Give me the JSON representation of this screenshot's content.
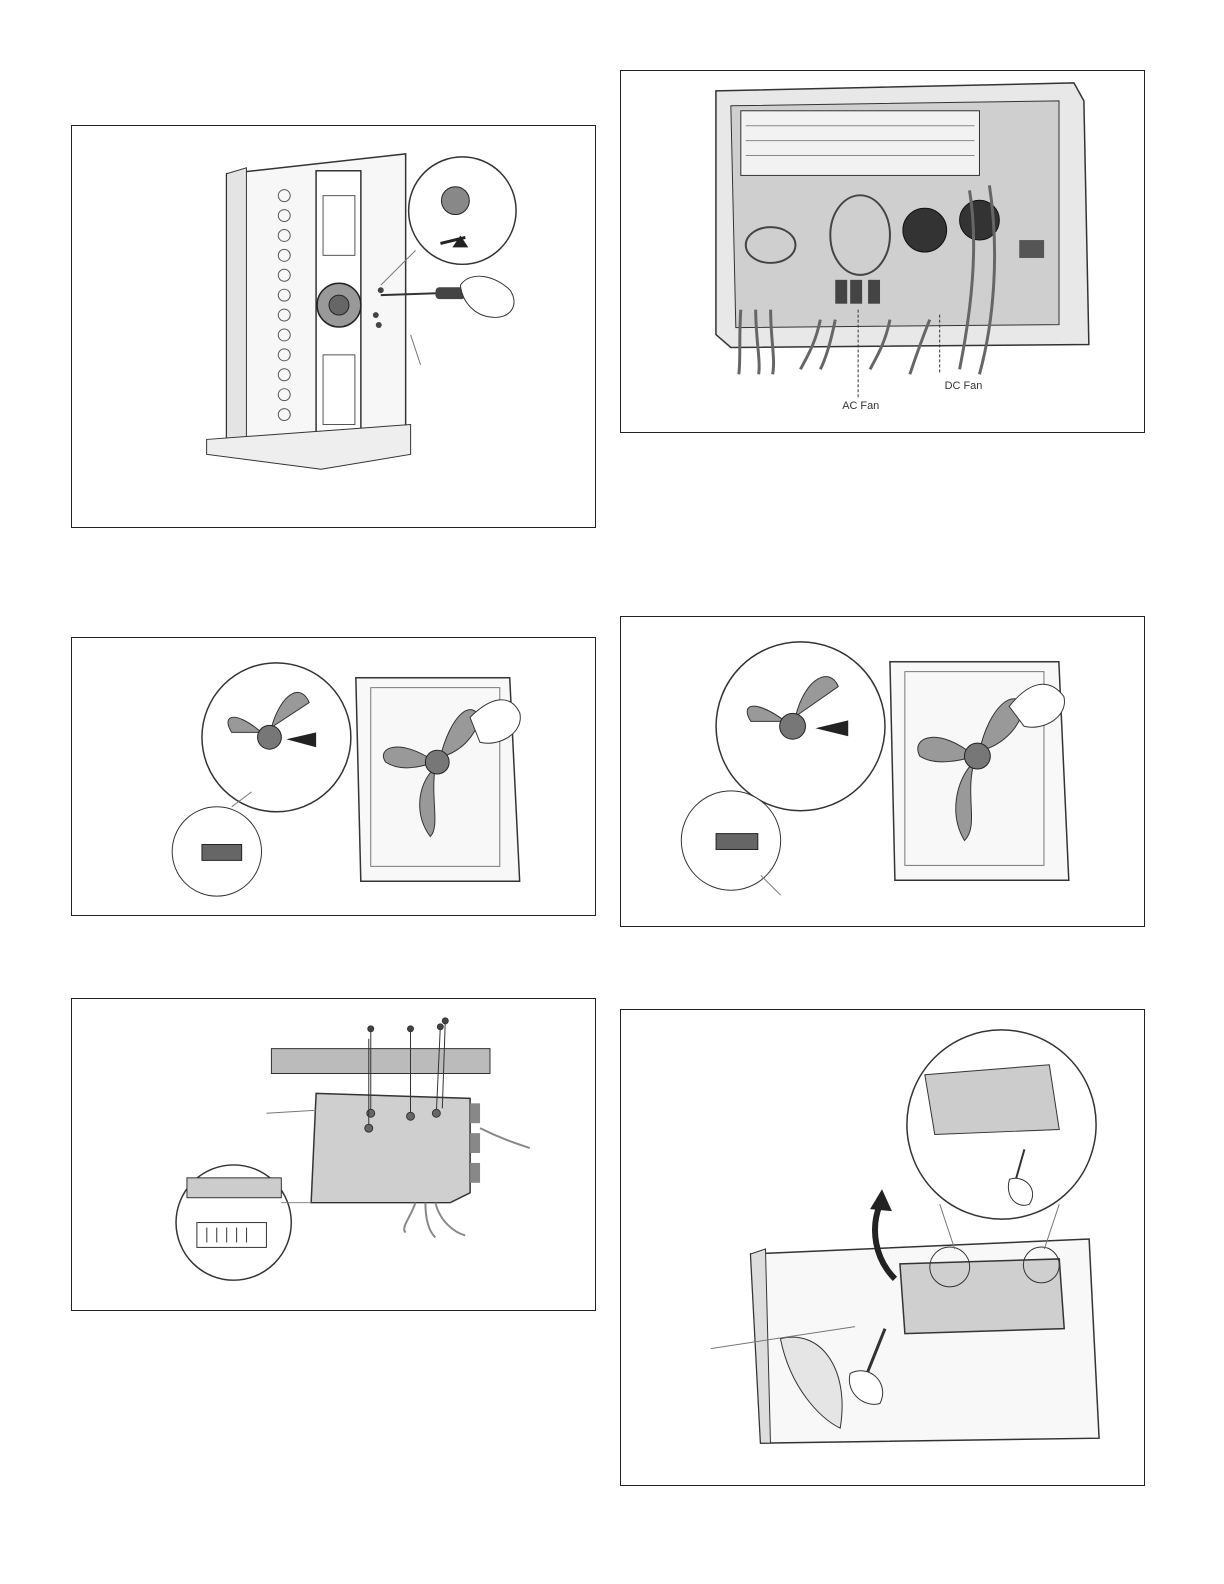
{
  "pcb_figure": {
    "ac_fan_label": "AC Fan",
    "dc_fan_label": "DC Fan"
  },
  "figures": [
    {
      "id": "fan-motor-removal",
      "icons": [
        "outdoor-unit-icon",
        "screwdriver-icon",
        "hand-icon",
        "magnifier-callout-icon"
      ]
    },
    {
      "id": "pcb-fan-connectors",
      "icons": [
        "circuit-board-icon"
      ]
    },
    {
      "id": "propeller-fan-removal-left",
      "icons": [
        "propeller-fan-icon",
        "hand-icon",
        "nut-icon"
      ]
    },
    {
      "id": "propeller-fan-removal-right",
      "icons": [
        "propeller-fan-icon",
        "hand-icon",
        "nut-icon"
      ]
    },
    {
      "id": "control-box-cover-screws",
      "icons": [
        "control-box-icon",
        "screw-icon"
      ]
    },
    {
      "id": "control-box-lift",
      "icons": [
        "outdoor-unit-icon",
        "screwdriver-icon",
        "hand-icon",
        "arrow-icon"
      ]
    }
  ]
}
